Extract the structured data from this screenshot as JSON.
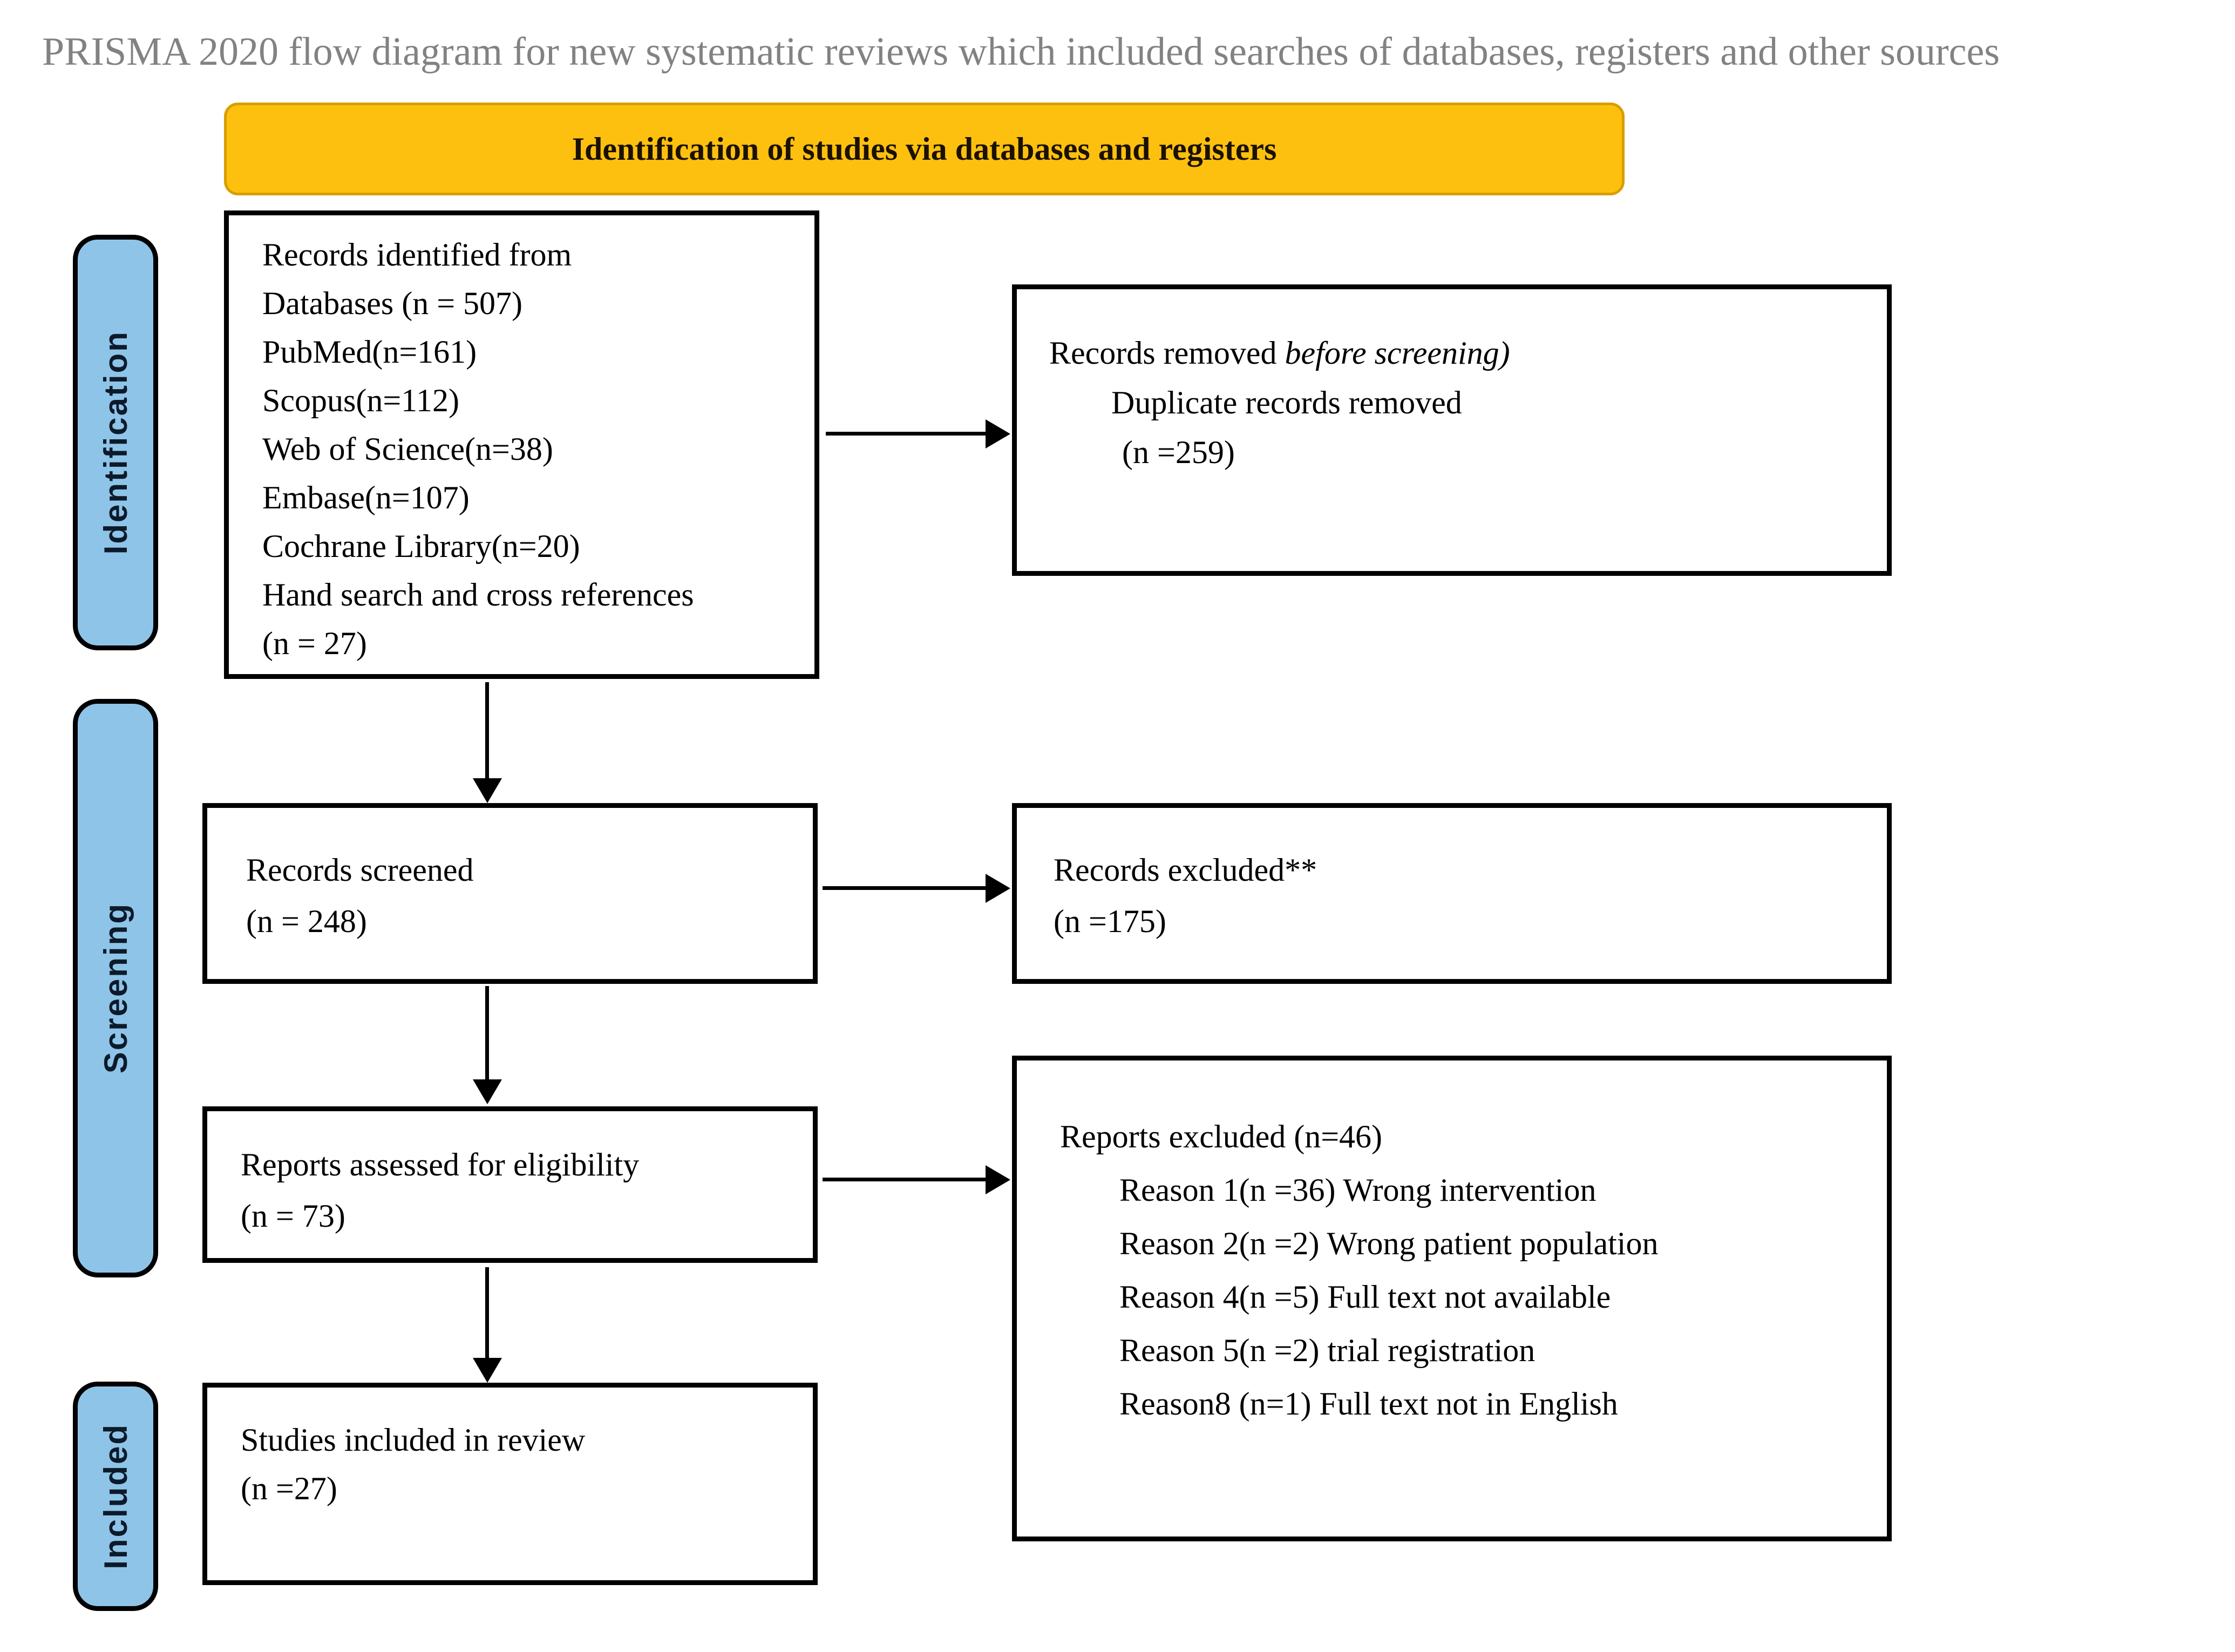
{
  "page_title": "PRISMA 2020 flow diagram for new systematic reviews which included searches of databases, registers and other sources",
  "banner": {
    "label": "Identification of studies via databases and registers"
  },
  "stage_labels": {
    "identification": "Identification",
    "screening": "Screening",
    "included": "Included"
  },
  "boxes": {
    "records_identified": {
      "lines": [
        "Records identified from",
        "Databases (n = 507)",
        "PubMed(n=161)",
        "Scopus(n=112)",
        "Web of Science(n=38)",
        "Embase(n=107)",
        "Cochrane Library(n=20)",
        "Hand search and cross references",
        "(n = 27)"
      ]
    },
    "records_removed": {
      "line1_prefix": "Records removed ",
      "line1_italic": "before screening)",
      "line2": "Duplicate records removed",
      "line3": "(n =259)"
    },
    "records_screened": {
      "line1": "Records screened",
      "line2": "(n = 248)"
    },
    "records_excluded": {
      "line1": "Records excluded**",
      "line2": "(n =175)"
    },
    "reports_assessed": {
      "line1": "Reports assessed for eligibility",
      "line2": "(n = 73)"
    },
    "reports_excluded": {
      "header": "Reports excluded (n=46)",
      "reasons": [
        "Reason 1(n =36) Wrong intervention",
        "Reason 2(n =2) Wrong patient population",
        "Reason 4(n =5) Full text not available",
        "Reason 5(n =2) trial registration",
        "Reason8 (n=1) Full text not in English"
      ]
    },
    "studies_included": {
      "line1": "Studies included in review",
      "line2": "(n =27)"
    }
  },
  "colors": {
    "banner_bg": "#FEC00F",
    "banner_border": "#D89E00",
    "banner_text": "#1A1100",
    "stage_bg": "#8FC4E9",
    "stage_text": "#0C1A2A",
    "title_text": "#828282",
    "line_color": "#000000",
    "box_border": "#000000"
  }
}
